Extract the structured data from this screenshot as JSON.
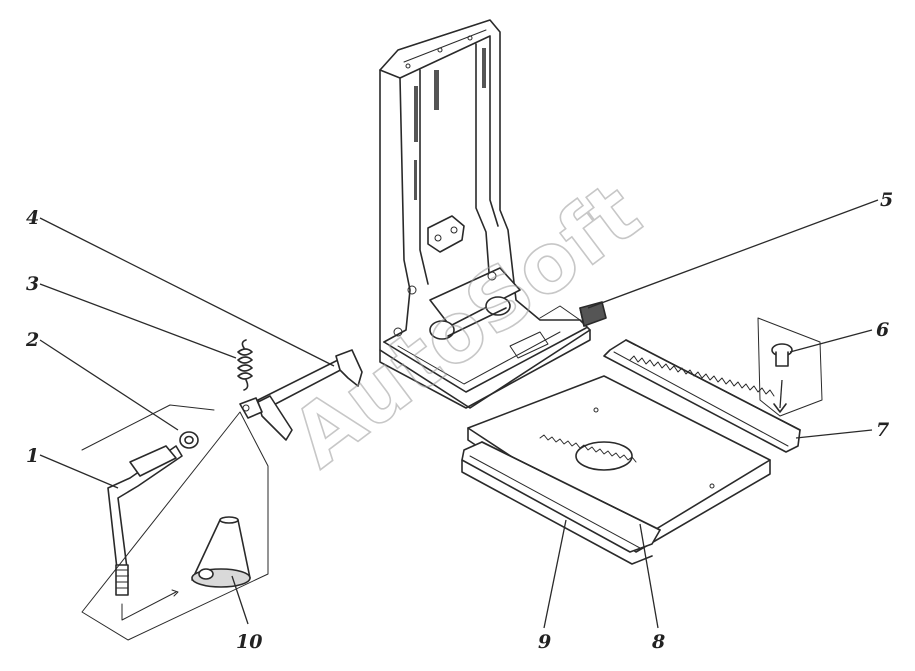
{
  "watermark": "AutoSoft",
  "callouts": [
    {
      "id": "1",
      "label": "1"
    },
    {
      "id": "2",
      "label": "2"
    },
    {
      "id": "3",
      "label": "3"
    },
    {
      "id": "4",
      "label": "4"
    },
    {
      "id": "5",
      "label": "5"
    },
    {
      "id": "6",
      "label": "6"
    },
    {
      "id": "7",
      "label": "7"
    },
    {
      "id": "8",
      "label": "8"
    },
    {
      "id": "9",
      "label": "9"
    },
    {
      "id": "10",
      "label": "10"
    }
  ],
  "colors": {
    "ink": "#2a2a2a",
    "paper": "#ffffff",
    "watermark": "#9a9a9a"
  }
}
